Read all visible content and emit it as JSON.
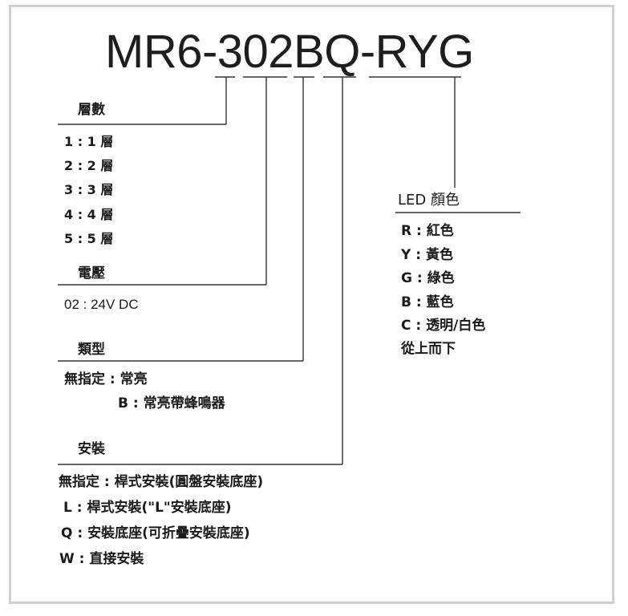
{
  "model_code": "MR6-302BQ-RYG",
  "sections": {
    "tiers": {
      "heading": "層數",
      "options": [
        "1 : 1 層",
        "2 : 2 層",
        "3 : 3 層",
        "4 : 4 層",
        "5 : 5 層"
      ]
    },
    "voltage": {
      "heading": "電壓",
      "options": [
        "02 : 24V DC"
      ]
    },
    "type": {
      "heading": "類型",
      "options": [
        "無指定 : 常亮",
        "B : 常亮帶蜂鳴器"
      ]
    },
    "mount": {
      "heading": "安裝",
      "options": [
        "無指定 : 桿式安裝(圓盤安裝底座)",
        "L : 桿式安裝(\"L\"安裝底座)",
        "Q : 安裝底座(可折疊安裝底座)",
        "W : 直接安裝"
      ]
    },
    "led_color": {
      "heading": "LED 顏色",
      "options": [
        "R : 紅色",
        "Y : 黃色",
        "G : 綠色",
        "B : 藍色",
        "C : 透明/白色",
        "從上而下"
      ]
    }
  }
}
